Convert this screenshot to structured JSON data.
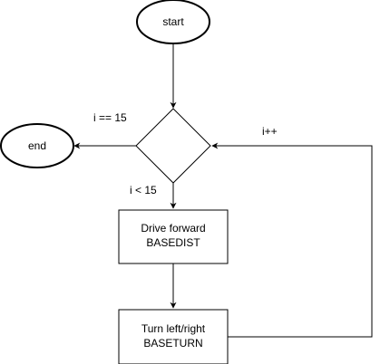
{
  "nodes": {
    "start": "start",
    "end": "end",
    "drive_line1": "Drive forward",
    "drive_line2": "BASEDIST",
    "turn_line1": "Turn left/right",
    "turn_line2": "BASETURN"
  },
  "edge_labels": {
    "exit_condition": "i == 15",
    "loop_condition": "i < 15",
    "increment": "i++"
  },
  "colors": {
    "stroke": "#000000",
    "fill": "#ffffff",
    "text": "#000000"
  }
}
